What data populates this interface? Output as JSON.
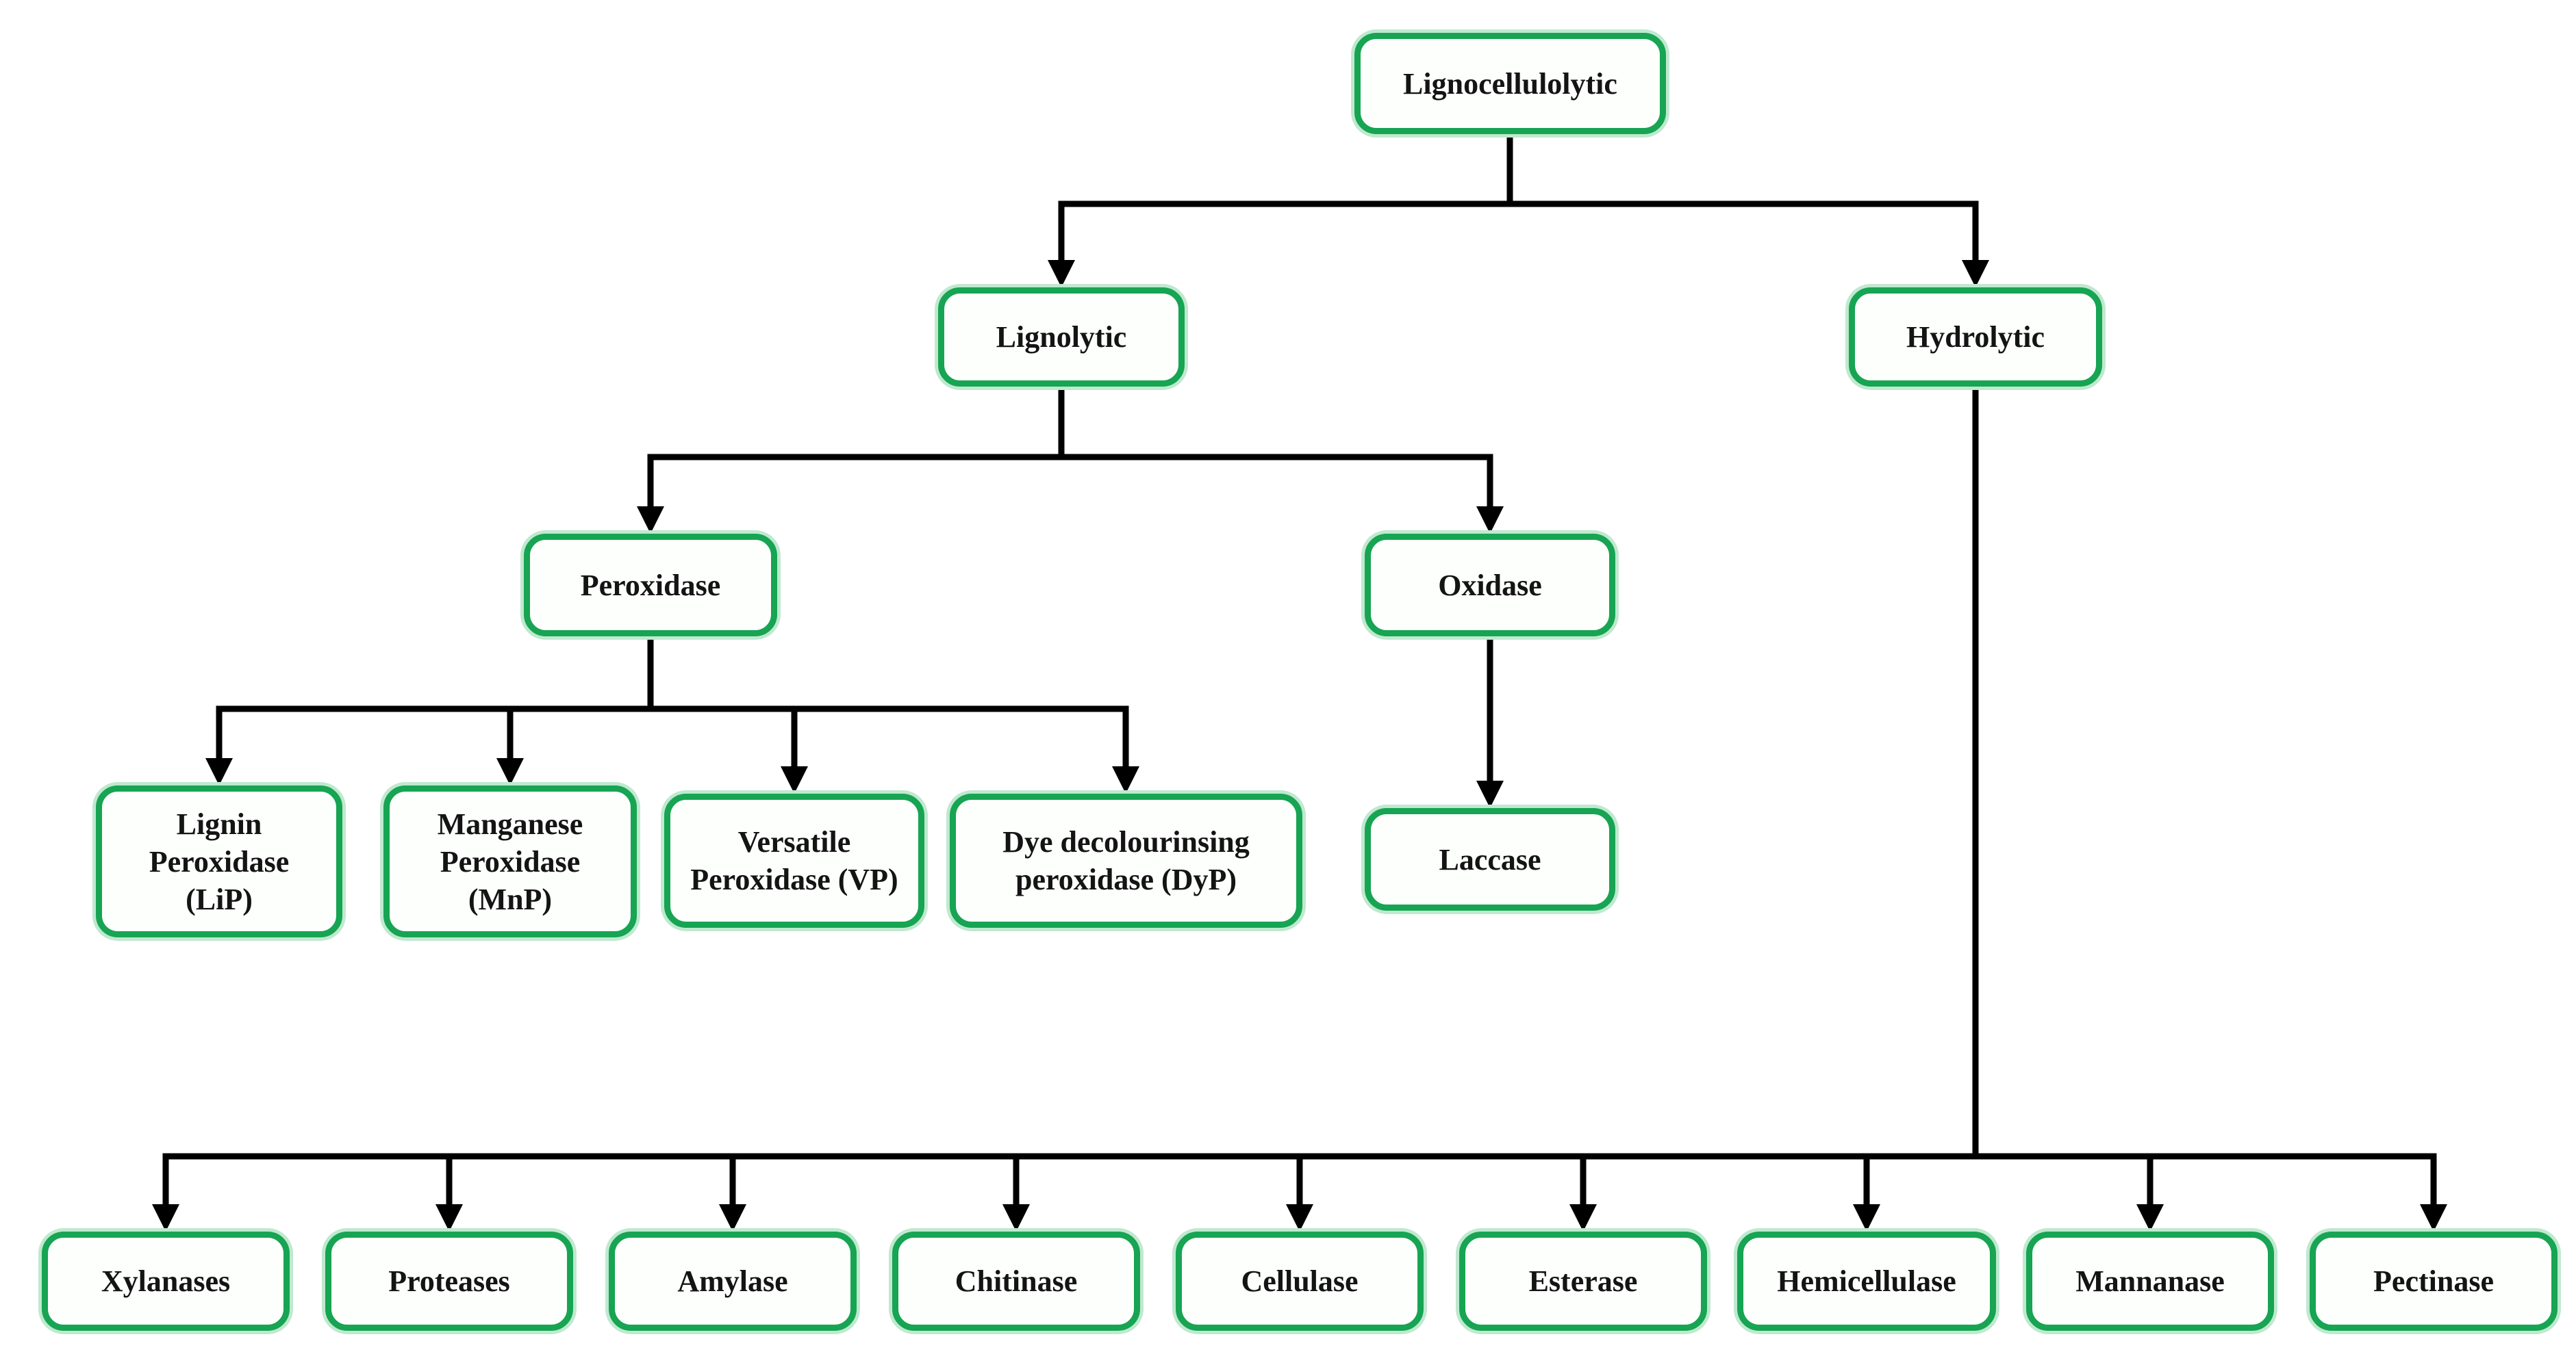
{
  "diagram": {
    "type": "flowchart-tree",
    "description": "Classification of lignocellulolytic enzymes",
    "colors": {
      "node_border": "#17a453",
      "node_halo": "#bfe9cf",
      "node_fill": "#fdfffd",
      "connector": "#000000",
      "text": "#141414",
      "background": "#ffffff"
    },
    "nodes": {
      "lignocellulolytic": {
        "label": "Lignocellulolytic",
        "children": [
          "lignolytic",
          "hydrolytic"
        ]
      },
      "lignolytic": {
        "label": "Lignolytic",
        "children": [
          "peroxidase",
          "oxidase"
        ]
      },
      "hydrolytic": {
        "label": "Hydrolytic",
        "children": [
          "xylanases",
          "proteases",
          "amylase",
          "chitinase",
          "cellulase",
          "esterase",
          "hemicellulase",
          "mannanase",
          "pectinase"
        ]
      },
      "peroxidase": {
        "label": "Peroxidase",
        "children": [
          "lignin_peroxidase",
          "manganese_peroxidase",
          "versatile_peroxidase",
          "dye_decolourinsing_peroxidase"
        ]
      },
      "oxidase": {
        "label": "Oxidase",
        "children": [
          "laccase"
        ]
      },
      "lignin_peroxidase": {
        "label": "Lignin\nPeroxidase\n(LiP)"
      },
      "manganese_peroxidase": {
        "label": "Manganese\nPeroxidase\n(MnP)"
      },
      "versatile_peroxidase": {
        "label": "Versatile\nPeroxidase (VP)"
      },
      "dye_decolourinsing_peroxidase": {
        "label": "Dye decolourinsing\nperoxidase (DyP)"
      },
      "laccase": {
        "label": "Laccase"
      },
      "xylanases": {
        "label": "Xylanases"
      },
      "proteases": {
        "label": "Proteases"
      },
      "amylase": {
        "label": "Amylase"
      },
      "chitinase": {
        "label": "Chitinase"
      },
      "cellulase": {
        "label": "Cellulase"
      },
      "esterase": {
        "label": "Esterase"
      },
      "hemicellulase": {
        "label": "Hemicellulase"
      },
      "mannanase": {
        "label": "Mannanase"
      },
      "pectinase": {
        "label": "Pectinase"
      }
    }
  }
}
